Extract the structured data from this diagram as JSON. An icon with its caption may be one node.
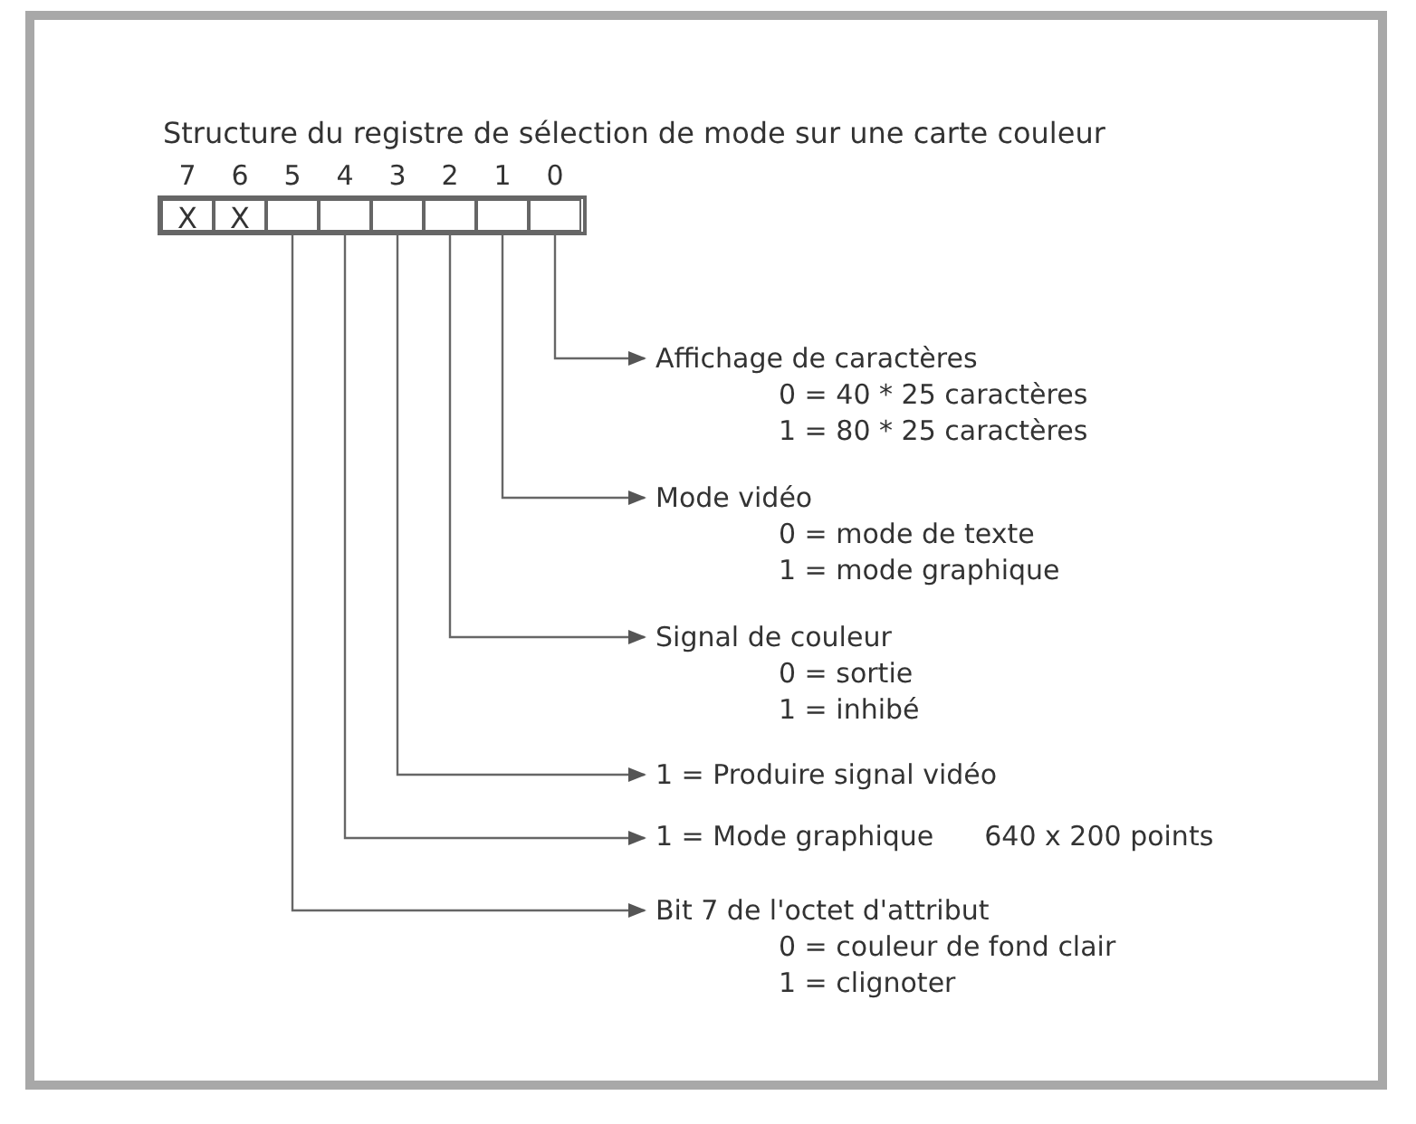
{
  "diagram": {
    "title": "Structure du registre de sélection de mode sur une carte couleur",
    "nodes": [
      {
        "text": [],
        "shape": "box"
      },
      {
        "text": [
          "X"
        ],
        "in": 0,
        "beside": [
          "7"
        ]
      },
      {
        "text": [
          "X"
        ],
        "in": 0,
        "beside": [
          "6"
        ]
      },
      {
        "text": [],
        "shape": "box",
        "in": 0,
        "beside": [
          "5"
        ]
      },
      {
        "text": [],
        "shape": "box",
        "in": 0,
        "beside": [
          "4"
        ]
      },
      {
        "text": [],
        "shape": "box",
        "in": 0,
        "beside": [
          "3"
        ]
      },
      {
        "text": [],
        "shape": "box",
        "in": 0,
        "beside": [
          "2"
        ]
      },
      {
        "text": [],
        "shape": "box",
        "in": 0,
        "beside": [
          "1"
        ]
      },
      {
        "text": [],
        "shape": "box",
        "in": 0,
        "beside": [
          "0"
        ]
      },
      {
        "text": [
          "Affichage de caractères",
          "0 = 40 * 25 caractères",
          "1 = 80 * 25 caractères"
        ]
      },
      {
        "text": [
          "Mode vidéo",
          "0 = mode de texte",
          "1 = mode graphique"
        ]
      },
      {
        "text": [
          "Signal de couleur",
          "0 = sortie",
          "1 = inhibé"
        ]
      },
      {
        "text": [
          "1 = Produire signal vidéo"
        ]
      },
      {
        "text": [
          "1 = Mode graphique",
          "640 x 200 points"
        ]
      },
      {
        "text": [
          "Bit 7 de l'octet d'attribut",
          "0 = couleur de fond clair",
          "1 = clignoter"
        ]
      }
    ],
    "edges": [
      {
        "from": 8,
        "to": 9,
        "arrow": "to"
      },
      {
        "from": 7,
        "to": 10,
        "arrow": "to"
      },
      {
        "from": 6,
        "to": 11,
        "arrow": "to"
      },
      {
        "from": 5,
        "to": 12,
        "arrow": "to"
      },
      {
        "from": 4,
        "to": 13,
        "arrow": "to"
      },
      {
        "from": 3,
        "to": 14,
        "arrow": "to"
      }
    ]
  }
}
